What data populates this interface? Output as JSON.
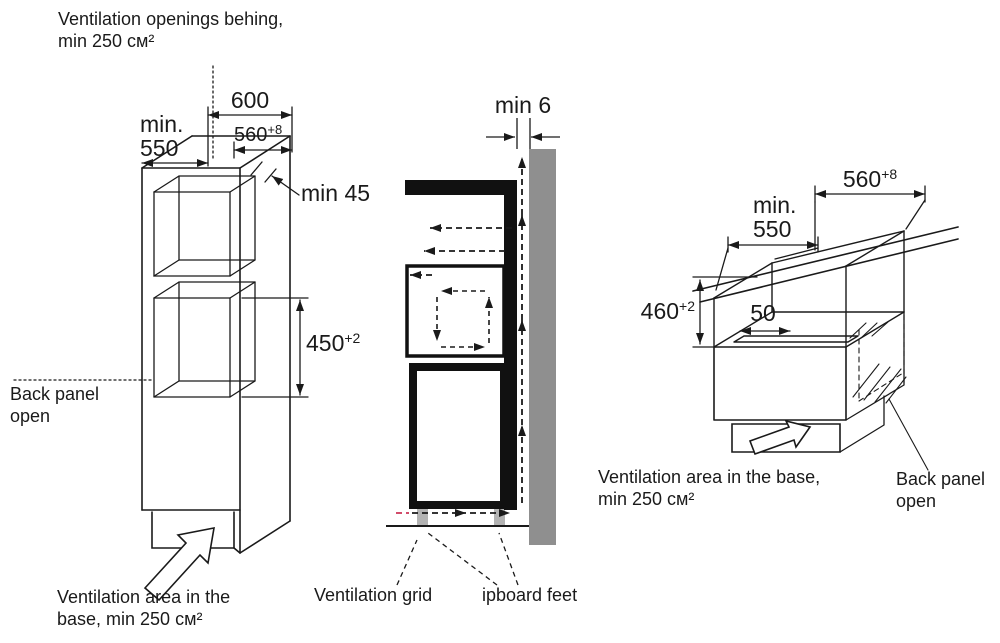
{
  "colors": {
    "line": "#1a1a1a",
    "wall": "#8f8f8f",
    "feet": "#b3b3b3",
    "accent": "#cc3355"
  },
  "left_diagram": {
    "top_note_l1": "Ventilation openings behing,",
    "top_note_l2": "min 250 см²",
    "min550_l1": "min.",
    "min550_l2": "550",
    "d600": "600",
    "d560": "560",
    "d560_sup": "+8",
    "min45": "min 45",
    "d450": "450",
    "d450_sup": "+2",
    "back_panel_l1": "Back panel",
    "back_panel_l2": "open",
    "base_note_l1": "Ventilation area in the",
    "base_note_l2": "base, min 250 см²"
  },
  "middle_diagram": {
    "min6": "min 6",
    "grid_label": "Ventilation grid",
    "feet_label": "ipboard feet"
  },
  "right_diagram": {
    "d560": "560",
    "d560_sup": "+8",
    "min550_l1": "min.",
    "min550_l2": "550",
    "d460": "460",
    "d460_sup": "+2",
    "d50": "50",
    "base_note_l1": "Ventilation area in the base,",
    "base_note_l2": "min 250 см²",
    "back_panel_l1": "Back panel",
    "back_panel_l2": "open"
  }
}
